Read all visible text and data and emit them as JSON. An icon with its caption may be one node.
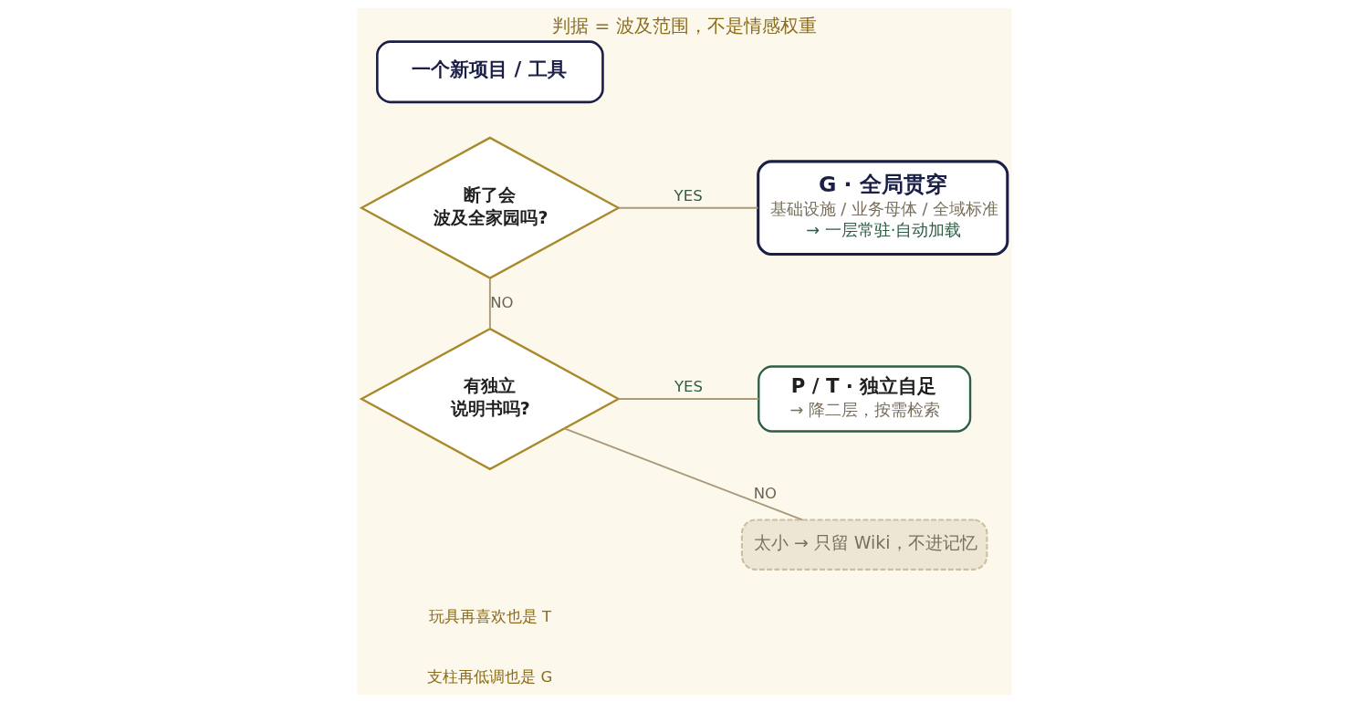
{
  "diagram": {
    "title": "判据 = 波及范围，不是情感权重",
    "nodes": [
      {
        "text": [
          "一个新项目 / 工具"
        ]
      },
      {
        "text": [
          "断了会波及全家园吗?"
        ]
      },
      {
        "text": [
          "G · 全局贯穿",
          "基础设施 / 业务母体 / 全域标准",
          "→ 一层常驻·自动加载"
        ]
      },
      {
        "text": [
          "有独立说明书吗?"
        ]
      },
      {
        "text": [
          "P / T · 独立自足",
          "→ 降二层，按需检索"
        ]
      },
      {
        "text": [
          "太小 → 只留 Wiki，不进记忆"
        ]
      }
    ],
    "edges": [
      {
        "from": 1,
        "to": 2,
        "arrow": "none",
        "label": "YES"
      },
      {
        "from": 1,
        "to": 3,
        "arrow": "none",
        "label": "NO"
      },
      {
        "from": 3,
        "to": 4,
        "arrow": "none",
        "label": "YES"
      },
      {
        "from": 3,
        "to": 5,
        "arrow": "none",
        "label": "NO"
      }
    ],
    "labels": [
      "玩具再喜欢也是 T",
      "支柱再低调也是 G"
    ]
  }
}
